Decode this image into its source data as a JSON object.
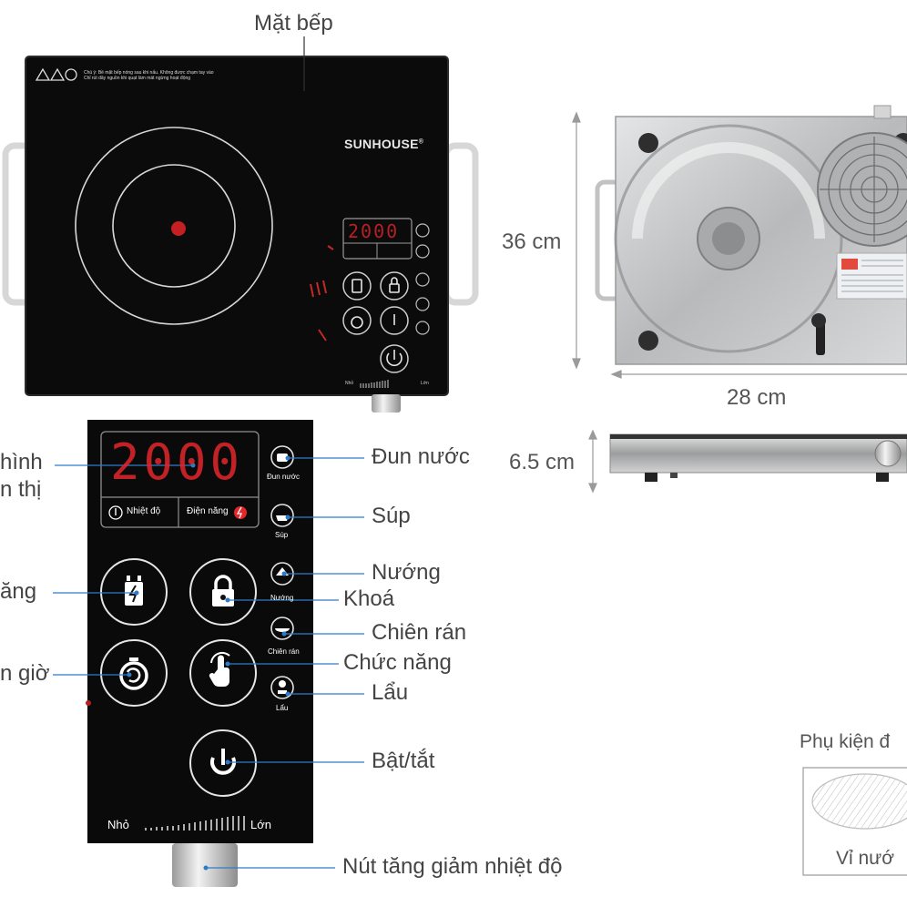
{
  "top_label": "Mặt bếp",
  "brand": "SUNHOUSE",
  "brand_mark": "®",
  "warning_line1": "Chú ý: Bề mặt bếp nóng sau khi nấu. Không được chạm tay vào",
  "warning_line2": "Chỉ rút dây nguồn khi quạt làm mát ngừng hoạt động",
  "display_value": "2000",
  "mini_scale_small": "Nhỏ",
  "mini_scale_large": "Lớn",
  "dimensions": {
    "height": "36 cm",
    "width": "28 cm",
    "thickness": "6.5 cm"
  },
  "panel": {
    "display_value": "2000",
    "temp_label": "Nhiệt độ",
    "power_label": "Điện năng",
    "scale_small": "Nhỏ",
    "scale_large": "Lớn",
    "icon_captions": {
      "boil": "Đun nước",
      "soup": "Súp",
      "grill": "Nướng",
      "fry": "Chiên rán",
      "hotpot": "Lẩu"
    }
  },
  "callouts": {
    "display": [
      "hình",
      "n thị"
    ],
    "boil": "Đun nước",
    "soup": "Súp",
    "grill": "Nướng",
    "lock": "Khoá",
    "fry": "Chiên rán",
    "function": "Chức năng",
    "hotpot": "Lẩu",
    "power": "Bật/tắt",
    "knob": "Nút tăng giảm nhiệt độ",
    "power_level": "ăng",
    "timer": "n giờ"
  },
  "accessory": {
    "title": "Phụ kiện đ",
    "item": "Vỉ nướ"
  },
  "colors": {
    "glass": "#0b0b0b",
    "display_red": "#e3262a",
    "callout_line": "#2d7cc9",
    "steel": "#c9cacb"
  }
}
